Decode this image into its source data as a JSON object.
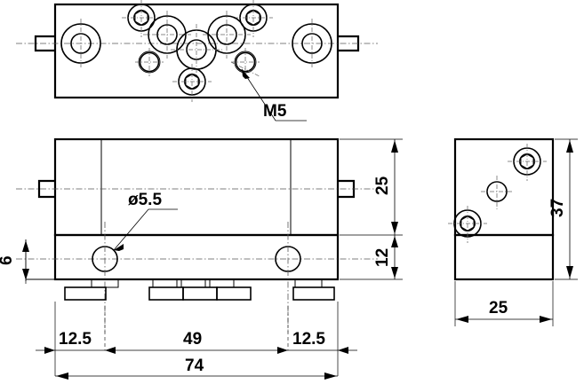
{
  "drawing": {
    "title": "Manifold block technical drawing",
    "background_color": "#ffffff",
    "line_color": "#000000",
    "centerline_color": "#555555",
    "views": {
      "top": {
        "name": "top-view",
        "label": ""
      },
      "front": {
        "name": "front-view",
        "label": ""
      },
      "side": {
        "name": "side-view",
        "label": ""
      }
    },
    "labels": {
      "thread_callout": "M5",
      "hole_callout": "ø5.5"
    },
    "dimensions": {
      "overall_length": "74",
      "left_hole_offset": "12.5",
      "hole_spacing": "49",
      "right_hole_offset": "12.5",
      "upper_body_height": "25",
      "lower_body_height": "12",
      "hole_center_height": "6",
      "side_width": "25",
      "side_height": "37"
    },
    "units_note": ""
  }
}
